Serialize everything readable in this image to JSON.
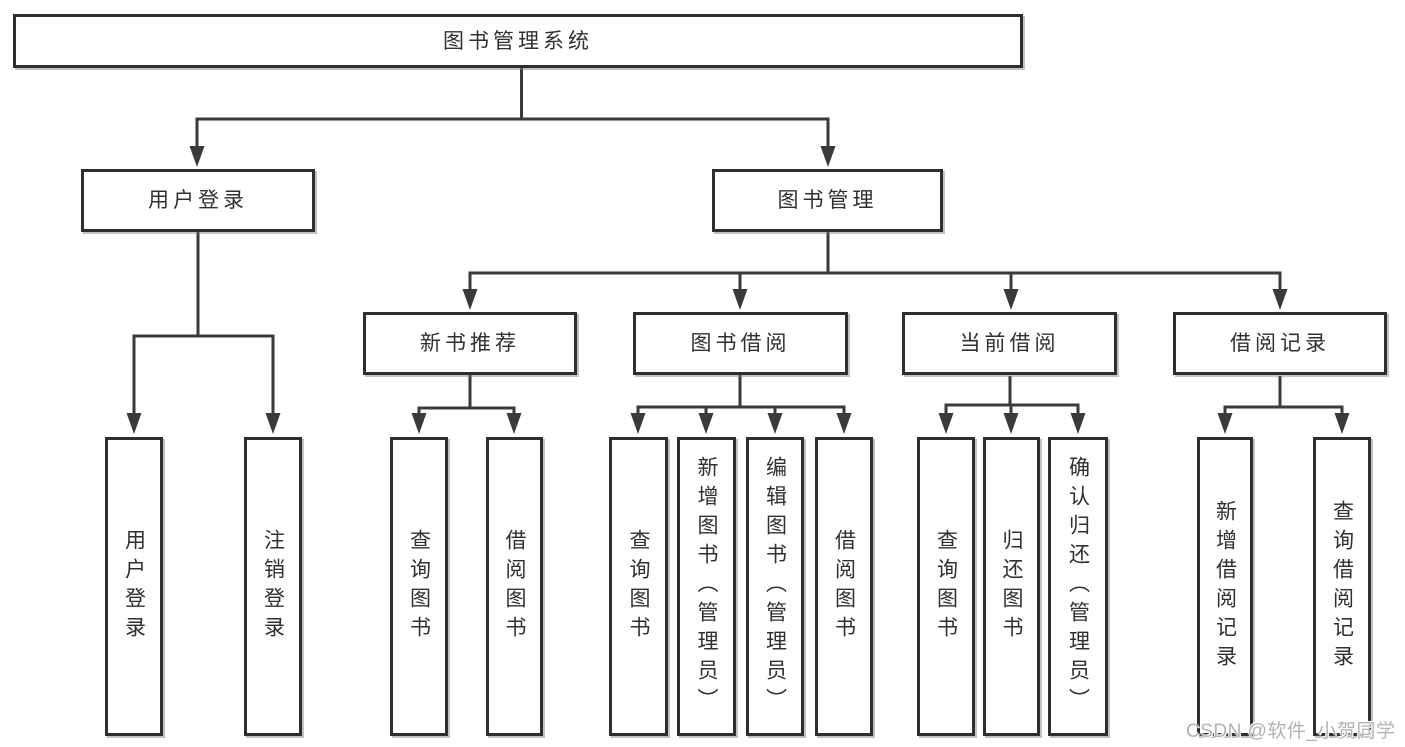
{
  "diagram": {
    "root": {
      "label": "图书管理系统"
    },
    "branches": [
      {
        "label": "用户登录",
        "children": [
          {
            "label": "用户登录"
          },
          {
            "label": "注销登录"
          }
        ]
      },
      {
        "label": "图书管理",
        "children": [
          {
            "label": "新书推荐",
            "children": [
              {
                "label": "查询图书"
              },
              {
                "label": "借阅图书"
              }
            ]
          },
          {
            "label": "图书借阅",
            "children": [
              {
                "label": "查询图书"
              },
              {
                "label": "新增图书（管理员）"
              },
              {
                "label": "编辑图书（管理员）"
              },
              {
                "label": "借阅图书"
              }
            ]
          },
          {
            "label": "当前借阅",
            "children": [
              {
                "label": "查询图书"
              },
              {
                "label": "归还图书"
              },
              {
                "label": "确认归还（管理员）"
              }
            ]
          },
          {
            "label": "借阅记录",
            "children": [
              {
                "label": "新增借阅记录"
              },
              {
                "label": "查询借阅记录"
              }
            ]
          }
        ]
      }
    ]
  },
  "watermark": {
    "text": "CSDN @软件_小贺同学"
  },
  "colors": {
    "line": "#3a3a3a",
    "border": "#2e2e2e",
    "text": "#303030",
    "watermark": "#b3b3b3",
    "background": "#ffffff"
  }
}
